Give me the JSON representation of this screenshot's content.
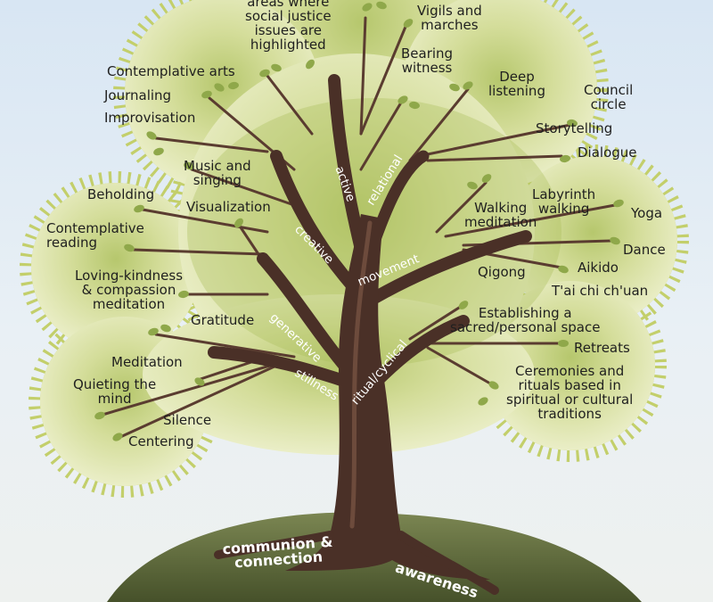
{
  "practices": {
    "social_justice": "areas where\nsocial justice\nissues are\nhighlighted",
    "vigils": "Vigils and\nmarches",
    "bearing_witness": "Bearing\nwitness",
    "contemplative_arts": "Contemplative arts",
    "journaling": "Journaling",
    "improvisation": "Improvisation",
    "deep_listening": "Deep\nlistening",
    "council_circle": "Council\ncircle",
    "storytelling": "Storytelling",
    "dialogue": "Dialogue",
    "music_singing": "Music and\nsinging",
    "beholding": "Beholding",
    "visualization": "Visualization",
    "contemplative_reading": "Contemplative\nreading",
    "walking_meditation": "Walking\nmeditation",
    "labyrinth_walking": "Labyrinth\nwalking",
    "yoga": "Yoga",
    "dance": "Dance",
    "qigong": "Qigong",
    "aikido": "Aikido",
    "taichi": "T'ai chi ch'uan",
    "loving_kindness": "Loving-kindness\n& compassion\nmeditation",
    "gratitude": "Gratitude",
    "sacred_space": "Establishing a\nsacred/personal space",
    "retreats": "Retreats",
    "ceremonies": "Ceremonies and\nrituals based in\nspiritual or cultural\ntraditions",
    "meditation": "Meditation",
    "quieting_mind": "Quieting the\nmind",
    "silence": "Silence",
    "centering": "Centering"
  },
  "branches": {
    "active": "active",
    "relational": "relational",
    "creative": "creative",
    "movement": "movement",
    "generative": "generative",
    "stillness": "stillness",
    "ritual_cyclical": "ritual/cyclical"
  },
  "roots": {
    "communion": "communion &\nconnection",
    "awareness": "awareness"
  },
  "colors": {
    "sky_top": "#d8e6f3",
    "canopy_light": "#eef1cf",
    "canopy_dark": "#b7c979",
    "canopy_edge": "#c3cf6b",
    "trunk": "#4a3027",
    "bark_highlight": "#6d4b3c",
    "leaf": "#8fa84a",
    "hill": "#5d6a3a"
  }
}
